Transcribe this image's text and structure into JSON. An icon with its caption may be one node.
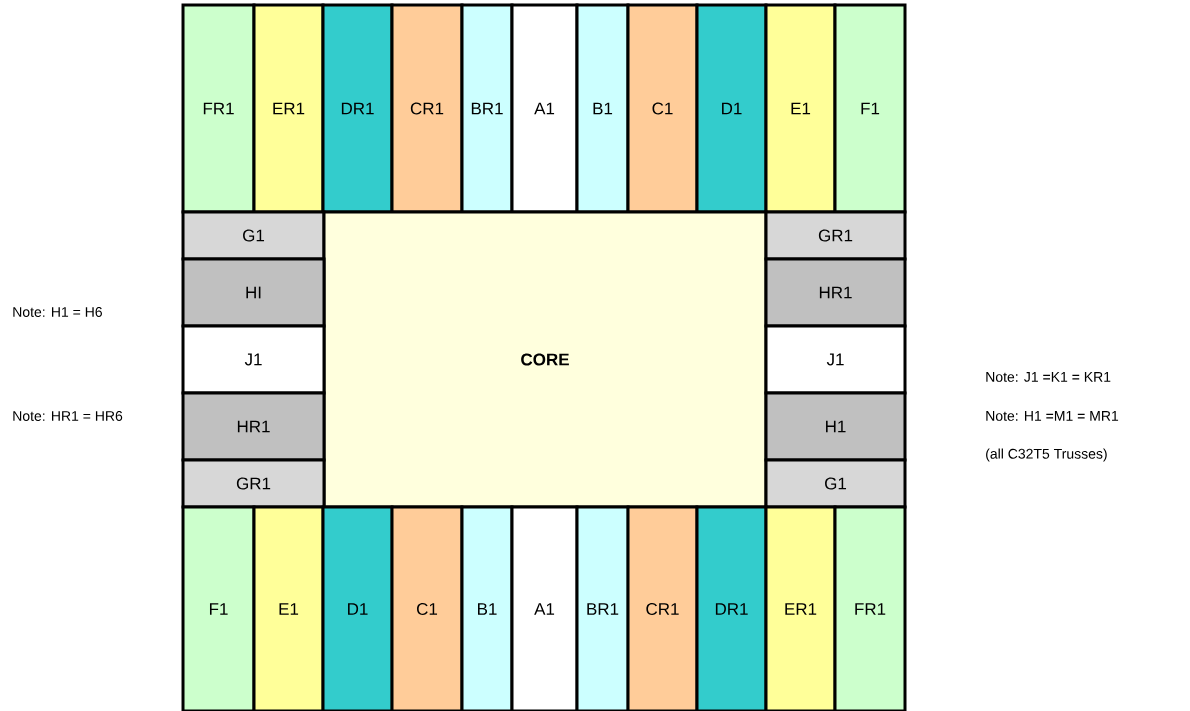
{
  "diagram": {
    "nodes": [
      {
        "text": [
          "FR1"
        ]
      },
      {
        "text": [
          "ER1"
        ]
      },
      {
        "text": [
          "DR1"
        ]
      },
      {
        "text": [
          "CR1"
        ]
      },
      {
        "text": [
          "BR1"
        ]
      },
      {
        "text": [
          "A1"
        ]
      },
      {
        "text": [
          "B1"
        ]
      },
      {
        "text": [
          "C1"
        ]
      },
      {
        "text": [
          "D1"
        ]
      },
      {
        "text": [
          "E1"
        ]
      },
      {
        "text": [
          "F1"
        ]
      },
      {
        "text": [
          "G1"
        ]
      },
      {
        "text": [
          "CORE"
        ]
      },
      {
        "text": [
          "GR1"
        ]
      },
      {
        "text": [
          "HI"
        ]
      },
      {
        "text": [
          "HR1"
        ]
      },
      {
        "text": [
          "J1"
        ]
      },
      {
        "text": [
          "J1"
        ]
      },
      {
        "text": [
          "HR1"
        ]
      },
      {
        "text": [
          "H1"
        ]
      },
      {
        "text": [
          "GR1"
        ]
      },
      {
        "text": [
          "G1"
        ]
      },
      {
        "text": [
          "F1"
        ]
      },
      {
        "text": [
          "E1"
        ]
      },
      {
        "text": [
          "D1"
        ]
      },
      {
        "text": [
          "C1"
        ]
      },
      {
        "text": [
          "B1"
        ]
      },
      {
        "text": [
          "A1"
        ]
      },
      {
        "text": [
          "BR1"
        ]
      },
      {
        "text": [
          "CR1"
        ]
      },
      {
        "text": [
          "DR1"
        ]
      },
      {
        "text": [
          "ER1"
        ]
      },
      {
        "text": [
          "FR1"
        ]
      }
    ],
    "labels": [
      "Note: H1 = H6",
      "Note: HR1 = HR6",
      "Note: J1 =K1 = KR1",
      "Note: H1 =M1 = MR1",
      "(all C32T5 Trusses)"
    ]
  }
}
